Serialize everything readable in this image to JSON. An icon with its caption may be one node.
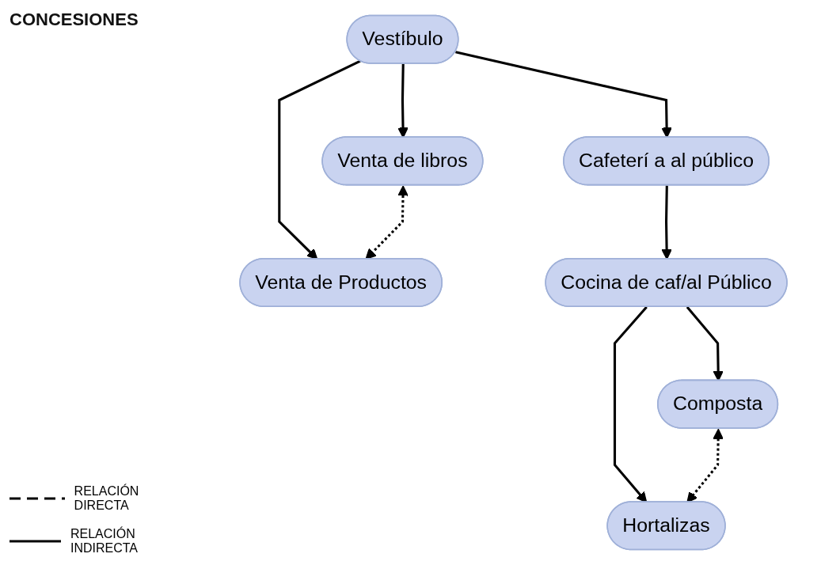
{
  "diagram": {
    "title": "CONCESIONES",
    "nodes": [
      {
        "text": [
          "Vestíbulo"
        ]
      },
      {
        "text": [
          "Venta de libros"
        ]
      },
      {
        "text": [
          "Venta de Productos"
        ]
      },
      {
        "text": [
          "Cafeterí a al público"
        ]
      },
      {
        "text": [
          "Cocina de caf/al Público"
        ]
      },
      {
        "text": [
          "Composta"
        ]
      },
      {
        "text": [
          "Hortalizas"
        ]
      }
    ],
    "edges": [
      {
        "from": 0,
        "to": 1,
        "arrow": "to"
      },
      {
        "from": 0,
        "to": 2,
        "arrow": "to"
      },
      {
        "from": 0,
        "to": 3,
        "arrow": "to"
      },
      {
        "from": 1,
        "to": 2,
        "arrow": "both",
        "style": "dashed"
      },
      {
        "from": 3,
        "to": 4,
        "arrow": "to"
      },
      {
        "from": 4,
        "to": 5,
        "arrow": "to"
      },
      {
        "from": 4,
        "to": 6,
        "arrow": "to"
      },
      {
        "from": 5,
        "to": 6,
        "arrow": "both",
        "style": "dashed"
      }
    ],
    "legend": [
      {
        "text": "RELACIÓN DIRECTA"
      },
      {
        "text": "RELACIÓN INDIRECTA"
      }
    ]
  }
}
